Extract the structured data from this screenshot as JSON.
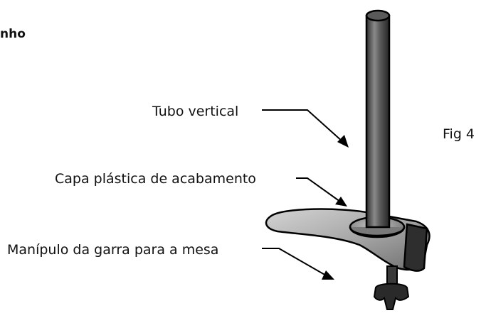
{
  "heading": "nho",
  "figure_label": "Fig 4",
  "callouts": {
    "tubo_vertical": "Tubo vertical",
    "capa_plastica": "Capa plástica de acabamento",
    "manipulo": "Manípulo da garra para a mesa"
  },
  "colors": {
    "tube_dark": "#3a3a3a",
    "tube_light": "#8a8a8a",
    "base_gray": "#9a9a9a",
    "base_light": "#c8c8c8",
    "outline": "#000000"
  }
}
